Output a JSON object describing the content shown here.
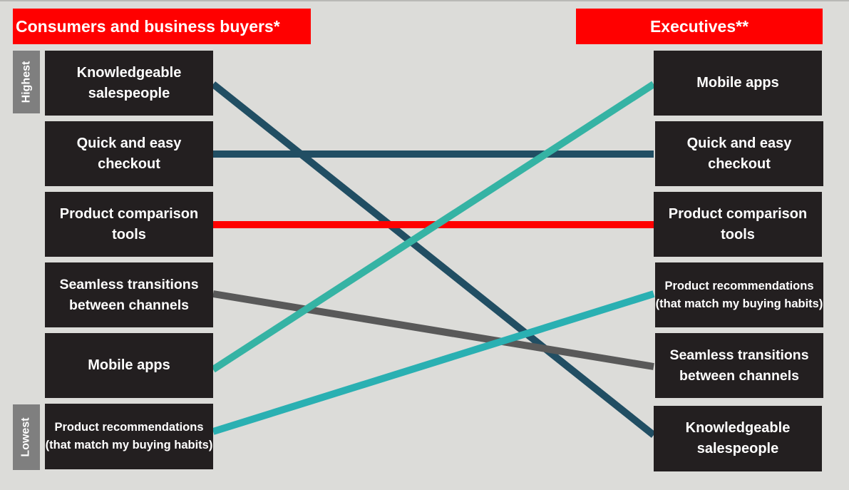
{
  "headers": {
    "left": "Consumers and business buyers*",
    "right": "Executives**"
  },
  "side_labels": {
    "top": "Highest",
    "bottom": "Lowest"
  },
  "left_column": [
    "Knowledgeable salespeople",
    "Quick and easy checkout",
    "Product comparison tools",
    "Seamless transitions between channels",
    "Mobile apps",
    "Product recommendations (that match my buying habits)"
  ],
  "right_column": [
    "Mobile apps",
    "Quick and easy checkout",
    "Product comparison tools",
    "Product recommendations (that match my buying habits)",
    "Seamless transitions between channels",
    "Knowledgeable salespeople"
  ],
  "links": [
    {
      "from": 0,
      "to": 5,
      "color": "#214e63"
    },
    {
      "from": 1,
      "to": 1,
      "color": "#214e63"
    },
    {
      "from": 2,
      "to": 2,
      "color": "#ff0000"
    },
    {
      "from": 3,
      "to": 4,
      "color": "#595959"
    },
    {
      "from": 4,
      "to": 0,
      "color": "#35b3a4"
    },
    {
      "from": 5,
      "to": 3,
      "color": "#2ab0b2"
    }
  ]
}
